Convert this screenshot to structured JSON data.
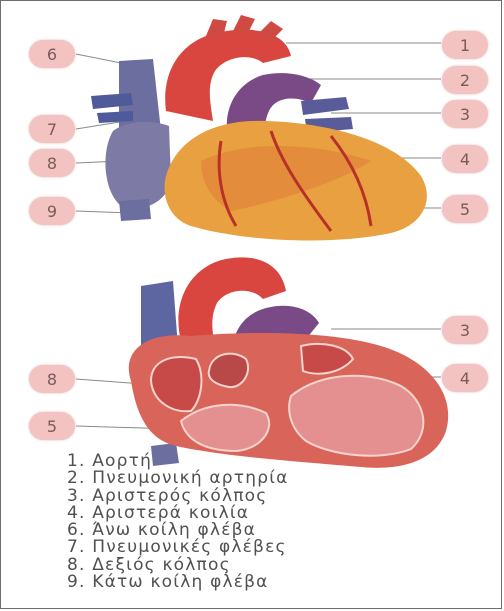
{
  "callouts": {
    "top": [
      "1",
      "2",
      "3",
      "4",
      "5",
      "6",
      "7",
      "8",
      "9"
    ],
    "bottom": [
      "3",
      "4",
      "5",
      "8"
    ]
  },
  "legend": [
    "1. Αορτή",
    "2. Πνευμονική αρτηρία",
    "3. Αριστερός κόλπος",
    "4. Αριστερά κοιλία",
    "6. Άνω κοίλη φλέβα",
    "7. Πνευμονικές φλέβες",
    "8. Δεξιός κόλπος",
    "9. Κάτω κοίλη φλέβα"
  ],
  "colors": {
    "badge": "#f3c3c1",
    "aorta": "#d9453f",
    "ventricle": "#e8a040",
    "vein": "#6b6e9e",
    "pulmonary": "#7a4a86"
  }
}
